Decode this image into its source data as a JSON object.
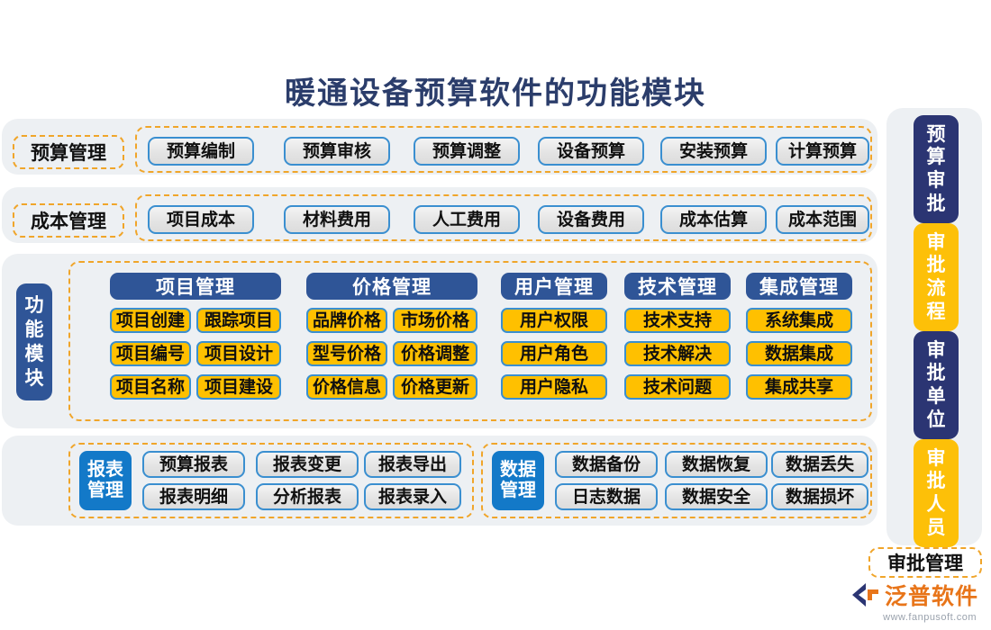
{
  "title": "暖通设备预算软件的功能模块",
  "rows": [
    {
      "category": "预算管理",
      "items": [
        "预算编制",
        "预算审核",
        "预算调整",
        "设备预算",
        "安装预算",
        "计算预算"
      ]
    },
    {
      "category": "成本管理",
      "items": [
        "项目成本",
        "材料费用",
        "人工费用",
        "设备费用",
        "成本估算",
        "成本范围"
      ]
    }
  ],
  "function_modules": {
    "side_label": "功能模块",
    "columns": [
      {
        "header": "项目管理",
        "cols": 2,
        "items": [
          "项目创建",
          "跟踪项目",
          "项目编号",
          "项目设计",
          "项目名称",
          "项目建设"
        ]
      },
      {
        "header": "价格管理",
        "cols": 2,
        "items": [
          "品牌价格",
          "市场价格",
          "型号价格",
          "价格调整",
          "价格信息",
          "价格更新"
        ]
      },
      {
        "header": "用户管理",
        "cols": 1,
        "items": [
          "用户权限",
          "用户角色",
          "用户隐私"
        ]
      },
      {
        "header": "技术管理",
        "cols": 1,
        "items": [
          "技术支持",
          "技术解决",
          "技术问题"
        ]
      },
      {
        "header": "集成管理",
        "cols": 1,
        "items": [
          "系统集成",
          "数据集成",
          "集成共享"
        ]
      }
    ]
  },
  "report_management": {
    "label_line1": "报表",
    "label_line2": "管理",
    "items": [
      "预算报表",
      "报表变更",
      "报表导出",
      "报表明细",
      "分析报表",
      "报表录入"
    ]
  },
  "data_management": {
    "label_line1": "数据",
    "label_line2": "管理",
    "items": [
      "数据备份",
      "数据恢复",
      "数据丢失",
      "日志数据",
      "数据安全",
      "数据损坏"
    ]
  },
  "approval": {
    "blocks": [
      {
        "text": "预算审批",
        "style": "navy"
      },
      {
        "text": "审批流程",
        "style": "gold"
      },
      {
        "text": "审批单位",
        "style": "navy"
      },
      {
        "text": "审批人员",
        "style": "gold"
      }
    ],
    "footer_label": "审批管理"
  },
  "logo": {
    "name": "泛普软件",
    "url": "www.fanpusoft.com"
  },
  "colors": {
    "title": "#2b3d6b",
    "navy": "#2f5597",
    "bright_blue": "#1379c8",
    "yellow": "#ffc000",
    "gold": "#fdc008",
    "dashed_orange": "#f0a52a",
    "panel_grey": "#edf0f3",
    "logo_orange": "#e8751a"
  }
}
